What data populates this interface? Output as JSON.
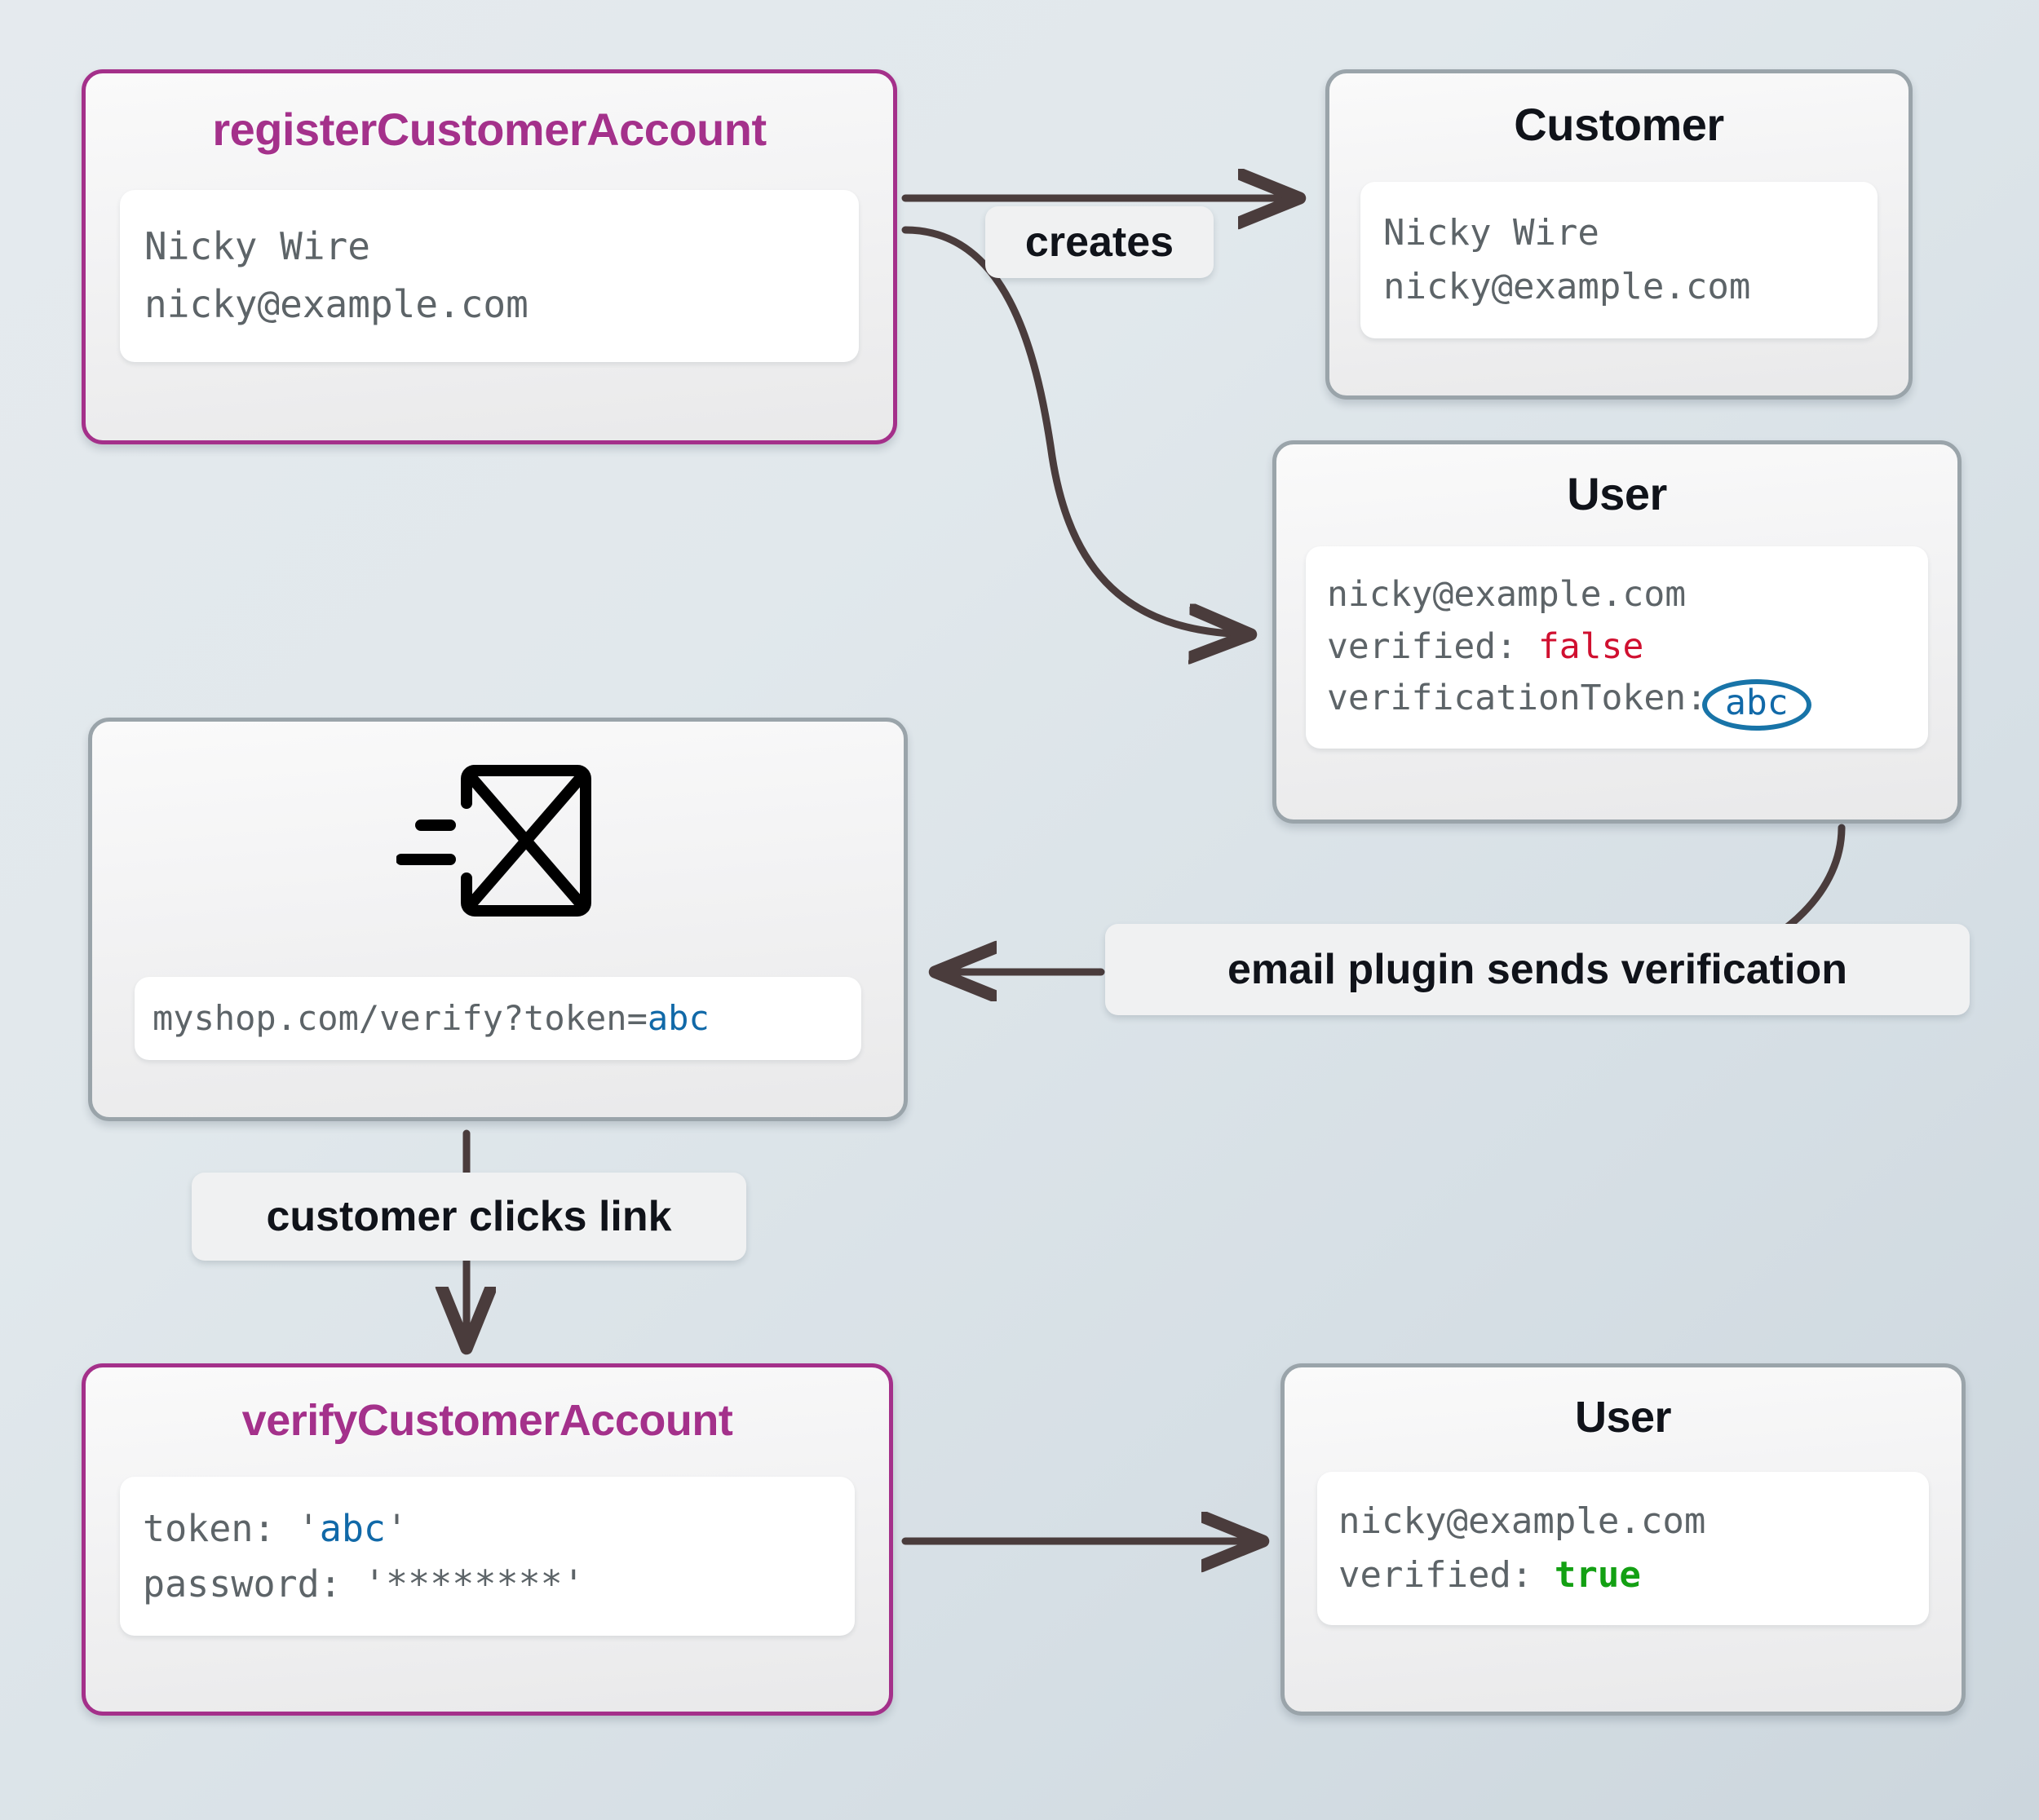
{
  "diagram": {
    "title": "customer account registration and email verification flow",
    "colors": {
      "accent_magenta": "#a4308a",
      "node_border_gray": "#9aa4aa",
      "edge_stroke": "#4a3c3c",
      "token_blue": "#1169a8",
      "false_red": "#d01030",
      "true_green": "#13a013",
      "background_from": "#e5eaee",
      "background_to": "#ccd6dd"
    }
  },
  "nodes": {
    "register_customer_account": {
      "title": "registerCustomerAccount",
      "lines": [
        "Nicky Wire",
        "nicky@example.com"
      ]
    },
    "customer": {
      "title": "Customer",
      "lines": [
        "Nicky Wire",
        "nicky@example.com"
      ]
    },
    "user_unverified": {
      "title": "User",
      "line_email": "nicky@example.com",
      "line_verified_key": "verified: ",
      "line_verified_value": "false",
      "line_token_key": "verificationToken:",
      "line_token_value": "abc"
    },
    "email_message": {
      "icon": "send-email-icon",
      "link_prefix": "myshop.com/verify?token=",
      "link_token": "abc"
    },
    "verify_customer_account": {
      "title": "verifyCustomerAccount",
      "line_token": "token: 'abc'",
      "line_token_key": "token: '",
      "line_token_value": "abc",
      "line_token_suffix": "'",
      "line_password": "password: '********'"
    },
    "user_verified": {
      "title": "User",
      "line_email": "nicky@example.com",
      "line_verified_key": "verified: ",
      "line_verified_value": "true"
    }
  },
  "edges": {
    "creates": "creates",
    "email_plugin_sends_verification": "email plugin sends verification",
    "customer_clicks_link": "customer clicks link"
  }
}
